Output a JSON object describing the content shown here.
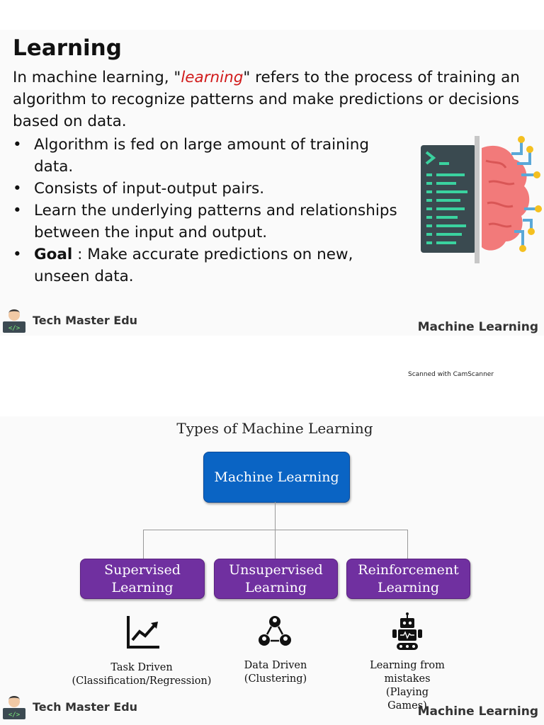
{
  "slide1": {
    "title": "Learning",
    "intro_before": "In machine learning, \"",
    "intro_keyword": "learning",
    "intro_after": "\" refers to the process of training an algorithm to recognize patterns and make predictions or decisions based on data.",
    "bullets": [
      {
        "bold": "",
        "text": "Algorithm is fed on large amount of training data."
      },
      {
        "bold": "",
        "text": "Consists of input-output pairs."
      },
      {
        "bold": "",
        "text": "Learn the underlying patterns and relationships between the input and output."
      },
      {
        "bold": "Goal",
        "text": " : Make accurate predictions on new, unseen data."
      }
    ],
    "bullet_symbol": "•",
    "illustration_icon": "code-brain-icon",
    "footer_brand": "Tech Master Edu",
    "footer_topic": "Machine Learning",
    "avatar_tag": "</>"
  },
  "scan_note": "Scanned with CamScanner",
  "slide2": {
    "title": "Types of Machine Learning",
    "root": "Machine Learning",
    "types": [
      {
        "label": "Supervised Learning",
        "icon": "line-chart-icon",
        "desc": "Task Driven (Classification/Regression)"
      },
      {
        "label": "Unsupervised Learning",
        "icon": "user-network-icon",
        "desc": "Data Driven (Clustering)"
      },
      {
        "label": "Reinforcement Learning",
        "icon": "robot-icon",
        "desc": "Learning from mistakes (Playing Games)"
      }
    ],
    "footer_brand": "Tech Master Edu",
    "footer_topic": "Machine Learning",
    "avatar_tag": "</>"
  },
  "colors": {
    "keyword": "#d11a1a",
    "root_box": "#0a64c4",
    "type_box": "#7030a0",
    "terminal": "#3a4a50",
    "terminal_lines": "#3ad29f",
    "brain": "#f27a7a",
    "circuit": "#5aa8d8",
    "circuit_node": "#f4c020"
  }
}
